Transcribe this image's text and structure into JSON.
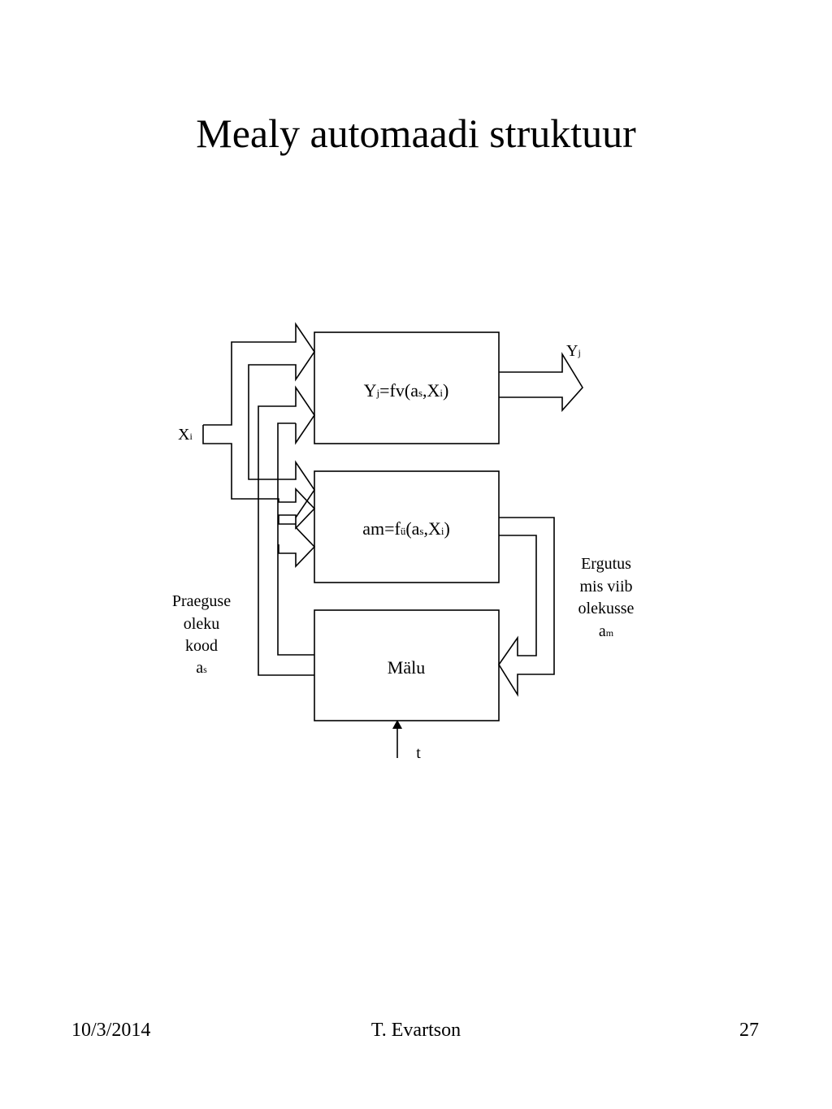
{
  "slide": {
    "title": "Mealy automaadi struktuur"
  },
  "diagram": {
    "block_output": {
      "label": "Y",
      "sub_j": "j",
      "mid": "=fv(a",
      "sub_s": "s",
      "comma": ",X",
      "sub_i": "i",
      "close": ")"
    },
    "block_transition": {
      "label": "am=f",
      "sub_u": "ü",
      "mid": "(a",
      "sub_s": "s",
      "comma": ",X",
      "sub_i": "i",
      "close": ")"
    },
    "block_memory": {
      "label": "Mälu"
    },
    "input": {
      "label": "X",
      "sub": "i"
    },
    "output": {
      "label": "Y",
      "sub": "j"
    },
    "current_state": {
      "line1": "Praeguse",
      "line2": "oleku",
      "line3": "kood",
      "line4": "a",
      "sub": "s"
    },
    "excitation": {
      "line1": "Ergutus",
      "line2": "mis viib",
      "line3": "olekusse",
      "line4": "a",
      "sub": "m"
    },
    "clock": {
      "label": "t"
    },
    "stroke_color": "#000000"
  },
  "footer": {
    "date": "10/3/2014",
    "author": "T. Evartson",
    "page": "27"
  }
}
